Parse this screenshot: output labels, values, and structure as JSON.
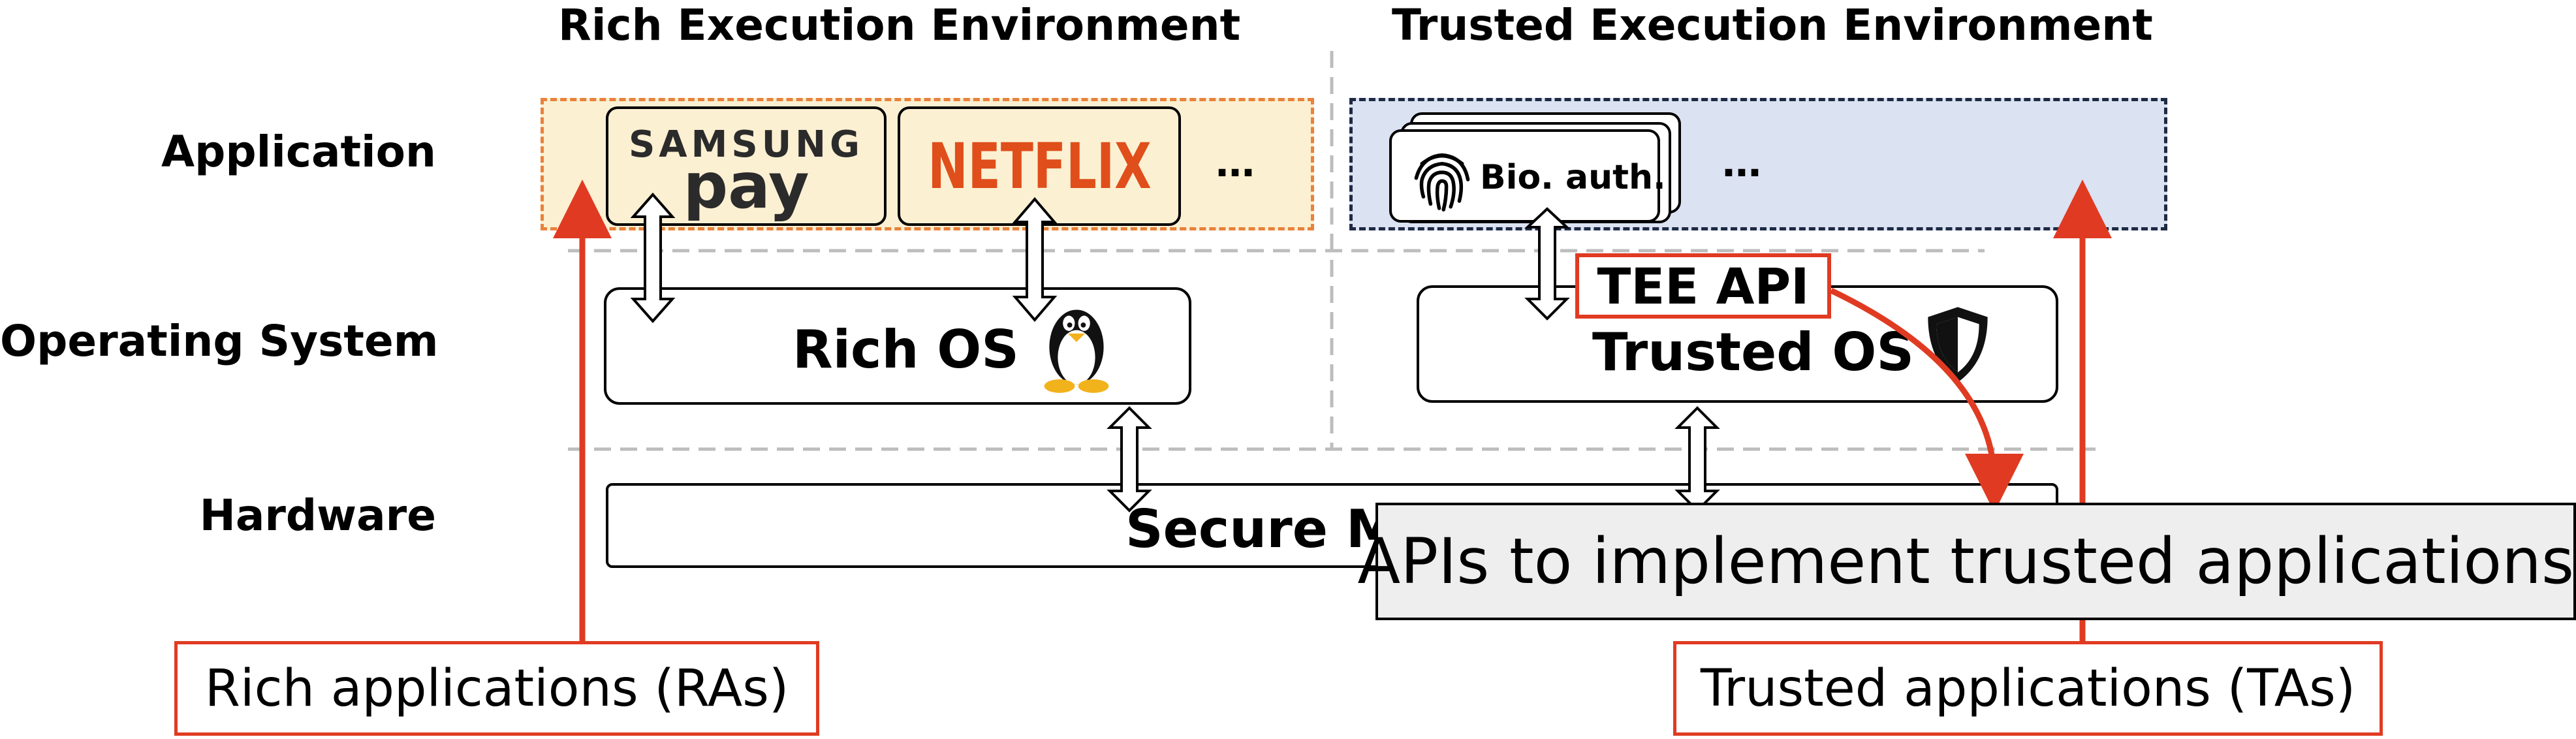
{
  "headers": {
    "ree": "Rich Execution Environment",
    "tee": "Trusted Execution Environment"
  },
  "rows": {
    "application": "Application",
    "os": "Operating System",
    "hardware": "Hardware"
  },
  "ree": {
    "apps": {
      "samsung_line1": "SAMSUNG",
      "samsung_line2": "pay",
      "netflix": "NETFLIX",
      "more": "…"
    },
    "os_label": "Rich OS",
    "os_icon": "linux-penguin-icon",
    "callout": "Rich applications (RAs)"
  },
  "tee": {
    "apps": {
      "bio": "Bio. auth.",
      "bio_icon": "fingerprint-icon",
      "more": "…"
    },
    "api": "TEE API",
    "os_label": "Trusted OS",
    "os_icon": "shield-icon",
    "callout": "Trusted applications (TAs)"
  },
  "hardware": {
    "label_visible": "Secure M"
  },
  "tooltip": "APIs to implement trusted applications.",
  "colors": {
    "ree_zone": "#fcf0d2",
    "ree_border": "#e8823c",
    "tee_zone": "#dbe2f2",
    "tee_border": "#1f2a44",
    "callout_red": "#e03b22",
    "netflix_red": "#e04e1b",
    "tooltip_bg": "#eeeeee"
  }
}
